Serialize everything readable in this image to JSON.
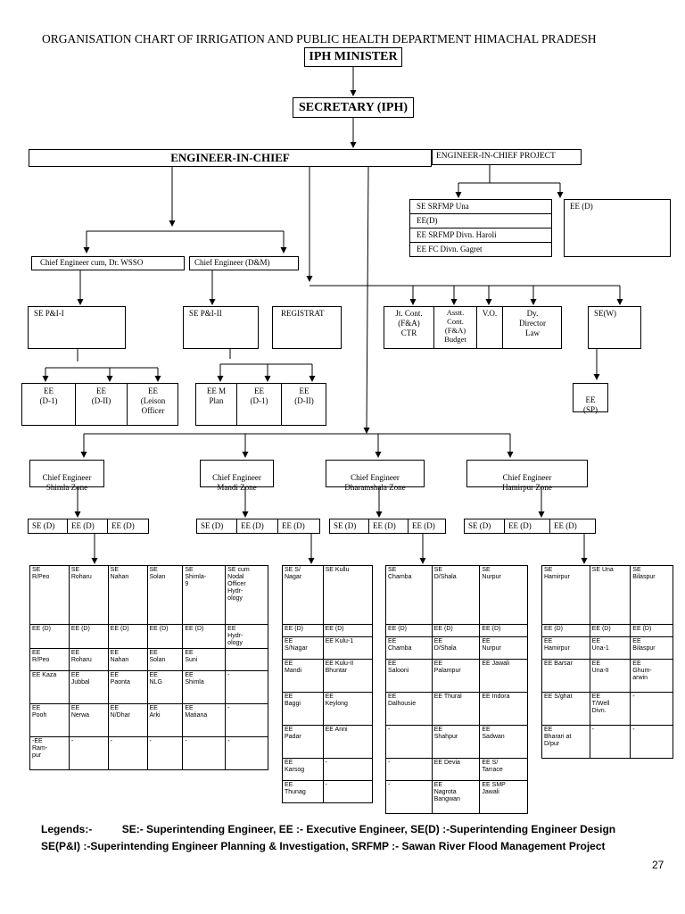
{
  "title": "ORGANISATION CHART OF IRRIGATION AND PUBLIC HEALTH DEPARTMENT HIMACHAL PRADESH",
  "top": {
    "minister": "IPH MINISTER",
    "secretary": "SECRETARY (IPH)",
    "eic": "ENGINEER-IN-CHIEF",
    "eic_project": "ENGINEER-IN-CHIEF PROJECT"
  },
  "project": {
    "stack": [
      "SE SRFMP Una",
      "EE(D)",
      "EE SRFMP Divn. Haroli",
      "EE FC Divn. Gagret"
    ],
    "ee_d": "EE (D)"
  },
  "chiefs": {
    "wsso": "Chief Engineer cum, Dr. WSSO",
    "dm": "Chief Engineer (D&M)"
  },
  "mid": {
    "se_pi_1": "SE P&I-I",
    "se_pi_2": "SE P&I-II",
    "registrat": "REGISTRAT",
    "jt_cont": "Jt. Cont.\n(F&A)\nCTR",
    "asstt_cont": "Asstt.\nCont.\n(F&A)\nBudget",
    "vo": "V.O.",
    "dy_dir": "Dy.\nDirector\nLaw",
    "se_w": "SE(W)"
  },
  "ee_groups": {
    "g1": [
      "EE\n(D-1)",
      "EE\n(D-II)",
      "EE\n(Leison\nOfficer"
    ],
    "g2": [
      "EE M\nPlan",
      "EE\n(D-1)",
      "EE\n(D-II)"
    ],
    "ee_sp": "EE\n(SP)"
  },
  "zones": [
    {
      "name": "Chief Engineer\nShimla Zone",
      "row": [
        "SE (D)",
        "EE (D)",
        "EE (D)"
      ]
    },
    {
      "name": "Chief Engineer\nMandi Zone",
      "row": [
        "SE (D)",
        "EE (D)",
        "EE (D)"
      ]
    },
    {
      "name": "Chief Engineer\nDharamshala Zone",
      "row": [
        "SE (D)",
        "EE (D)",
        "EE (D)"
      ]
    },
    {
      "name": "Chief Engineer\nHamirpur Zone",
      "row": [
        "SE (D)",
        "EE (D)",
        "EE (D)"
      ]
    }
  ],
  "tables": {
    "shimla": [
      [
        "SE\nR/Peo",
        "SE\nRoharu",
        "SE\nNahan",
        "SE\nSolan",
        "SE\nShimla-\n9",
        "SE cum\nNodal\nOfficer\nHydr-\nology"
      ],
      [
        "EE (D)",
        "EE (D)",
        "EE (D)",
        "EE (D)",
        "EE (D)",
        "EE\nHydr-\nology"
      ],
      [
        "EE\nR/Peo",
        "EE\nRoharu",
        "EE\nNahan",
        "EE\nSolan",
        "EE\nSuni",
        ""
      ],
      [
        "EE Kaza",
        "EE\nJubbal",
        "EE\nPaonta",
        "EE\nNLG",
        "EE\nShimla",
        "-"
      ],
      [
        "EE\nPooh",
        "EE\nNerwa",
        "EE\nN/Dhar",
        "EE\nArki",
        "EE\nMatiana",
        "-"
      ],
      [
        "-EE\nRam-\npur",
        "-",
        "-",
        "-",
        "-",
        "-"
      ]
    ],
    "mandi": [
      [
        "SE S/\nNagar",
        "SE Kullu"
      ],
      [
        "EE (D)",
        "EE (D)"
      ],
      [
        "EE\nS/Nagar",
        "EE Kulu-1"
      ],
      [
        "EE\nMandi",
        "EE Kulu-II\nBhuntar"
      ],
      [
        "EE\nBaggi",
        "EE\nKeylong"
      ],
      [
        "EE\nPadar",
        "EE Anni"
      ],
      [
        "EE\nKarsog",
        "-"
      ],
      [
        "EE\nThunag",
        "-"
      ]
    ],
    "dharamshala": [
      [
        "SE\nChamba",
        "SE\nD/Shala",
        "SE\nNurpur"
      ],
      [
        "EE (D)",
        "EE (D)",
        "EE (D)"
      ],
      [
        "EE\nChamba",
        "EE\nD/Shala",
        "EE\nNurpur"
      ],
      [
        "EE\nSalooni",
        "EE\nPalampur",
        "EE Jawali"
      ],
      [
        "EE\nDalhousie",
        "EE Thural",
        "EE Indora"
      ],
      [
        "-",
        "EE\nShahpur",
        "EE\nSadwan"
      ],
      [
        "-",
        "EE Devia",
        "EE S/\nTarrace"
      ],
      [
        "-",
        "EE\nNagrota\nBangwan",
        "EE SMP\nJawali"
      ]
    ],
    "hamirpur": [
      [
        "SE\nHamirpur",
        "SE Una",
        "SE\nBilaspur"
      ],
      [
        "EE (D)",
        "EE (D)",
        "EE (D)"
      ],
      [
        "EE\nHamirpur",
        "EE\nUna-1",
        "EE\nBilaspur"
      ],
      [
        "EE Barsar",
        "EE\nUna-II",
        "EE\nGhum-\narwin"
      ],
      [
        "EE S/ghat",
        "EE\nT/Well\nDivn.",
        "-"
      ],
      [
        "EE\nBharari at\nD/pur",
        "-",
        "-"
      ]
    ]
  },
  "legend": {
    "line1_label": "Legends:-",
    "line1_text": "SE:- Superintending Engineer, EE :- Executive Engineer, SE(D) :-Superintending Engineer Design",
    "line2": "SE(P&I) :-Superintending Engineer Planning & Investigation,  SRFMP :- Sawan River Flood Management Project"
  },
  "page_number": "27"
}
